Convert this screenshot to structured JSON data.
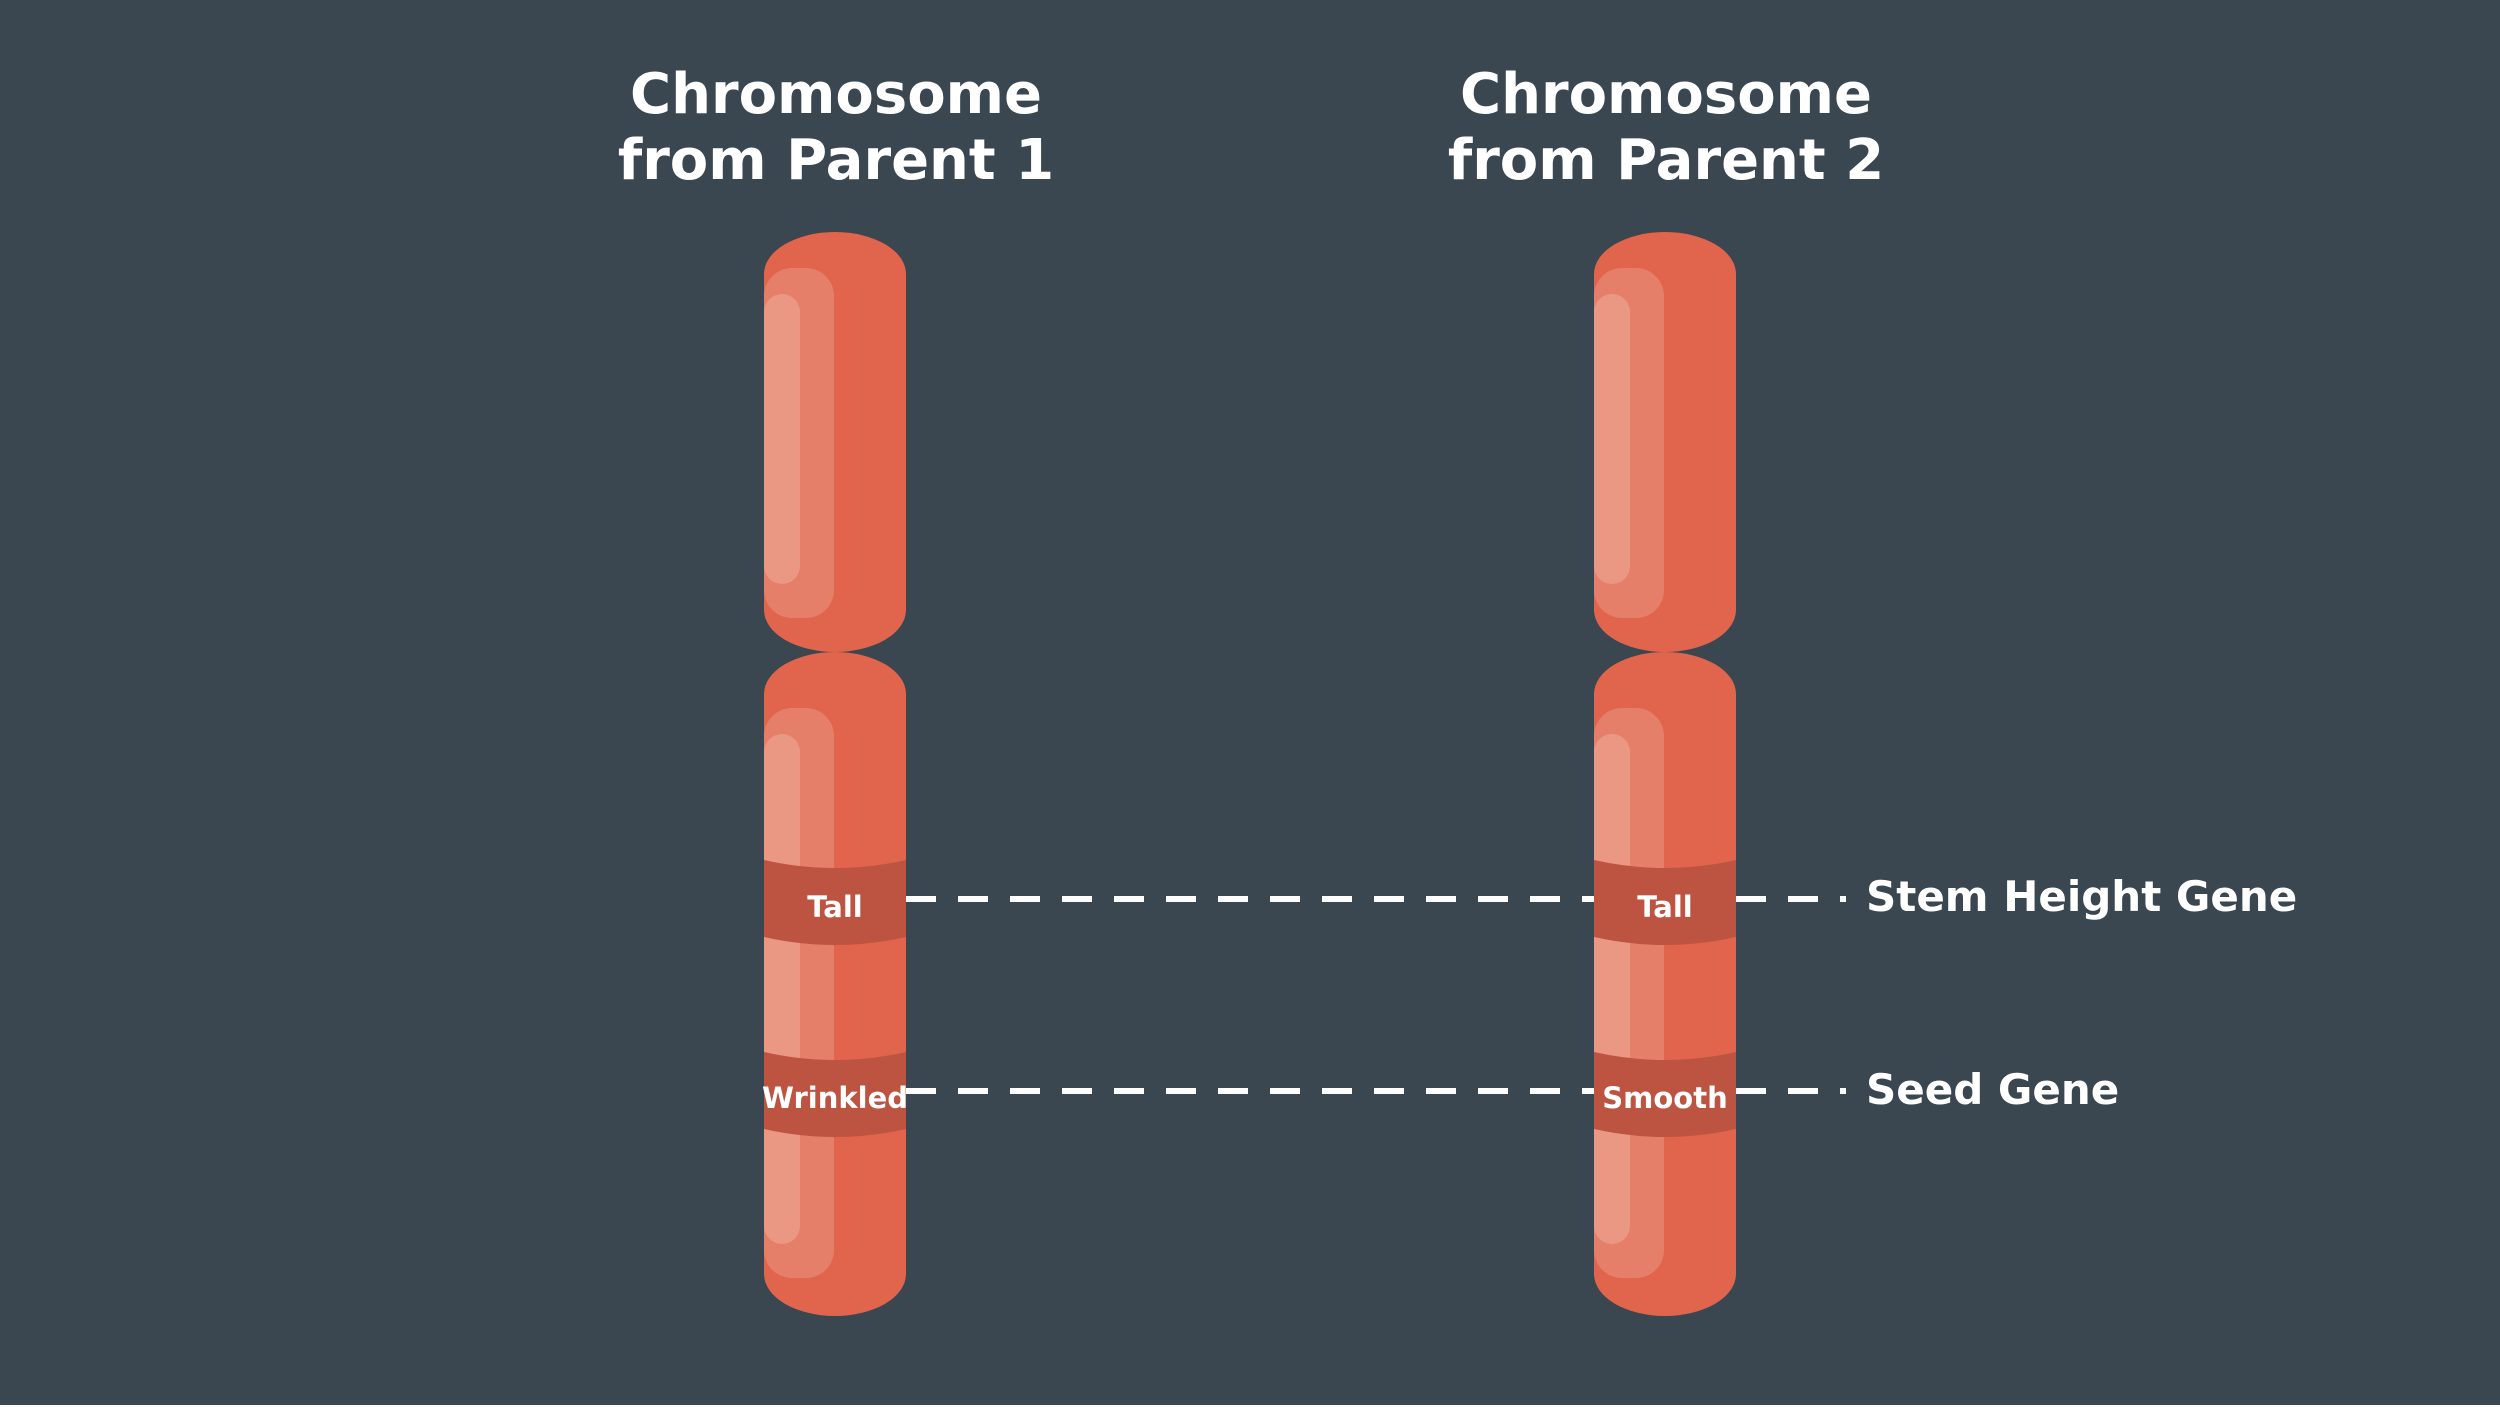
{
  "chromosomes": [
    {
      "title_line1": "Chromosome",
      "title_line2": "from Parent 1",
      "stem_allele": "Tall",
      "seed_allele": "Wrinkled"
    },
    {
      "title_line1": "Chromosome",
      "title_line2": "from Parent 2",
      "stem_allele": "Tall",
      "seed_allele": "Smooth"
    }
  ],
  "genes": {
    "stem_height": "Stem Height Gene",
    "seed": "Seed Gene"
  },
  "colors": {
    "background": "#3a4650",
    "chromosome": "#e0654c",
    "chromosome_highlight": "#e57f69",
    "chromosome_highlight_inner": "#ea9784",
    "band": "#bd5442",
    "text": "#ffffff",
    "dash_line": "#ffffff"
  }
}
